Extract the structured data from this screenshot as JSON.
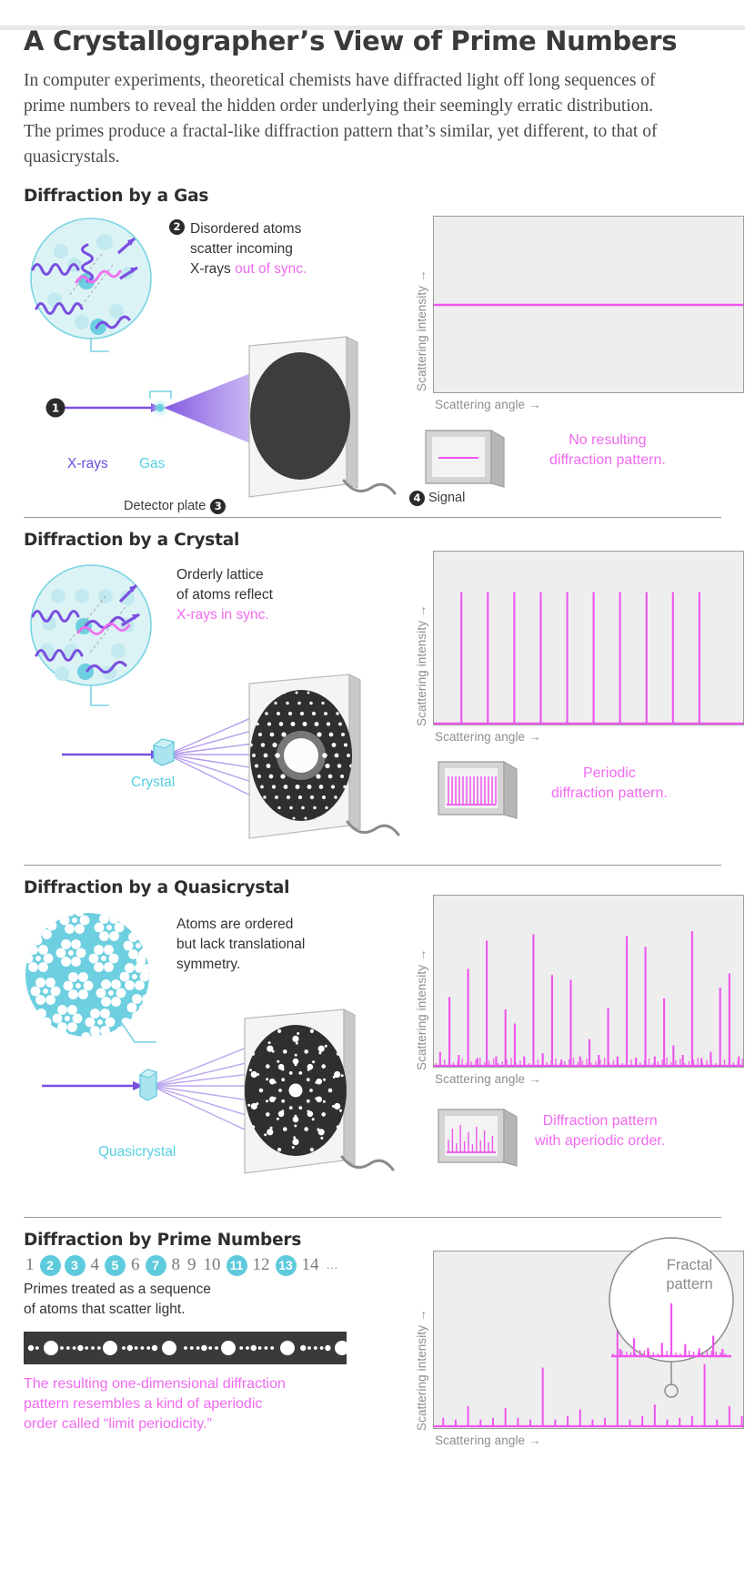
{
  "header": {
    "title": "A Crystallographer’s View of Prime Numbers",
    "deck": "In computer experiments, theoretical chemists have diffracted light off long sequences of prime numbers to reveal the hidden order underlying their seemingly erratic distribution. The primes produce a fractal-like diffraction pattern that’s similar, yet different, to that of quasicrystals."
  },
  "colors": {
    "magenta": "#ee55ee",
    "cyan": "#56cfe1",
    "violet": "#6c4ee0",
    "plot_fill": "#eeeeee",
    "plot_border": "#9b9b9b",
    "dark": "#3a3a3a"
  },
  "axes": {
    "y": "Scattering intensity →",
    "x": "Scattering angle →"
  },
  "sections": [
    {
      "id": "gas",
      "title": "Diffraction by a Gas",
      "callout_number": "2",
      "callout_line1": "Disordered atoms",
      "callout_line2": "scatter incoming",
      "callout_line3_plain": "X-rays ",
      "callout_line3_accent": "out of sync.",
      "beam_number": "1",
      "beam_label": "X-rays",
      "sample_label": "Gas",
      "plate_label": "Detector plate",
      "plate_number": "3",
      "signal_number": "4",
      "signal_label": "Signal",
      "result_line1": "No resulting",
      "result_line2": "diffraction pattern."
    },
    {
      "id": "crystal",
      "title": "Diffraction by a Crystal",
      "callout_line1": "Orderly lattice",
      "callout_line2": "of atoms reflect",
      "callout_line3_accent": "X-rays in sync.",
      "sample_label": "Crystal",
      "result_line1": "Periodic",
      "result_line2": "diffraction pattern."
    },
    {
      "id": "quasicrystal",
      "title": "Diffraction by a Quasicrystal",
      "callout_line1": "Atoms are ordered",
      "callout_line2": "but lack translational",
      "callout_line3": "symmetry.",
      "sample_label": "Quasicrystal",
      "result_line1": "Diffraction pattern",
      "result_line2": "with aperiodic order."
    },
    {
      "id": "primes",
      "title": "Diffraction by Prime Numbers",
      "number_line": [
        {
          "value": "1",
          "prime": false
        },
        {
          "value": "2",
          "prime": true
        },
        {
          "value": "3",
          "prime": true
        },
        {
          "value": "4",
          "prime": false
        },
        {
          "value": "5",
          "prime": true
        },
        {
          "value": "6",
          "prime": false
        },
        {
          "value": "7",
          "prime": true
        },
        {
          "value": "8",
          "prime": false
        },
        {
          "value": "9",
          "prime": false
        },
        {
          "value": "10",
          "prime": false
        },
        {
          "value": "11",
          "prime": true
        },
        {
          "value": "12",
          "prime": false
        },
        {
          "value": "13",
          "prime": true
        },
        {
          "value": "14",
          "prime": false
        },
        {
          "value": "…",
          "prime": false
        }
      ],
      "caption_line1": "Primes treated as a sequence",
      "caption_line2": "of atoms that scatter light.",
      "result_line1": "The resulting one-dimensional diffraction",
      "result_line2": "pattern resembles a kind of aperiodic",
      "result_line3": "order called “limit periodicity.”",
      "magnifier_line1": "Fractal",
      "magnifier_line2": "pattern"
    }
  ],
  "chart_data": [
    {
      "type": "line",
      "id": "gas-plot",
      "title": "Diffraction by a Gas",
      "xlabel": "Scattering angle →",
      "ylabel": "Scattering intensity →",
      "xlim": [
        0,
        100
      ],
      "ylim": [
        0,
        100
      ],
      "grid": false,
      "series": [
        {
          "name": "intensity",
          "x": [
            0,
            100
          ],
          "values": [
            50,
            50
          ]
        }
      ],
      "annotation": "Flat, featureless background — no diffraction peaks."
    },
    {
      "type": "bar",
      "id": "crystal-plot",
      "title": "Diffraction by a Crystal",
      "xlabel": "Scattering angle →",
      "ylabel": "Scattering intensity →",
      "ylim": [
        0,
        100
      ],
      "grid": false,
      "x": [
        6.5,
        15.0,
        23.5,
        32.0,
        40.5,
        49.0,
        57.5,
        66.0,
        74.5,
        83.0
      ],
      "values": [
        85,
        85,
        85,
        85,
        85,
        85,
        85,
        85,
        85,
        85
      ],
      "annotation": "Evenly spaced Bragg peaks of equal intensity."
    },
    {
      "type": "bar",
      "id": "quasicrystal-plot",
      "title": "Diffraction by a Quasicrystal",
      "xlabel": "Scattering angle →",
      "ylabel": "Scattering intensity →",
      "ylim": [
        0,
        100
      ],
      "grid": false,
      "x": [
        2,
        5,
        8,
        11,
        14,
        17,
        20,
        23,
        26,
        29,
        32,
        35,
        38,
        41,
        44,
        47,
        50,
        53,
        56,
        59,
        62,
        65,
        68,
        71,
        74,
        77,
        80,
        83,
        86,
        89,
        92,
        95,
        98
      ],
      "values": [
        9,
        44,
        7,
        62,
        5,
        80,
        6,
        36,
        27,
        6,
        84,
        8,
        58,
        4,
        55,
        6,
        17,
        7,
        37,
        6,
        83,
        5,
        76,
        6,
        43,
        13,
        7,
        86,
        5,
        9,
        50,
        59,
        6
      ],
      "annotation": "Sharp peaks of varying intensity at aperiodic spacings."
    },
    {
      "type": "bar",
      "id": "primes-plot",
      "title": "Diffraction by Prime Numbers",
      "xlabel": "Scattering angle →",
      "ylabel": "Scattering intensity →",
      "ylim": [
        0,
        100
      ],
      "grid": false,
      "x": [
        3,
        7,
        11,
        15,
        19,
        23,
        27,
        31,
        35,
        39,
        43,
        47,
        51,
        55,
        59,
        63,
        67,
        71,
        75,
        79,
        83,
        87,
        91,
        95,
        99
      ],
      "values": [
        5,
        4,
        12,
        4,
        5,
        11,
        5,
        4,
        35,
        4,
        6,
        10,
        4,
        5,
        92,
        4,
        6,
        13,
        4,
        5,
        6,
        37,
        4,
        12,
        6
      ],
      "annotation": "Fractal, limit-periodic set of peaks; inset magnifies a self-similar sub-cluster."
    },
    {
      "type": "bar",
      "id": "primes-magnifier-inset",
      "title": "Fractal pattern",
      "ylim": [
        0,
        100
      ],
      "grid": false,
      "x": [
        6,
        18,
        30,
        42,
        50,
        62,
        74,
        86,
        94
      ],
      "values": [
        12,
        30,
        14,
        22,
        88,
        20,
        13,
        34,
        12
      ],
      "annotation": "Self-similar copy of the full pattern at smaller scale."
    }
  ]
}
